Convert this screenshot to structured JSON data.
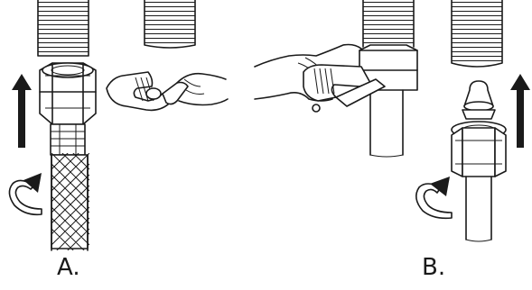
{
  "panels": [
    {
      "id": "A",
      "label": "A."
    },
    {
      "id": "B",
      "label": "B."
    }
  ],
  "colors": {
    "line": "#1a1a1a",
    "background": "#ffffff"
  }
}
